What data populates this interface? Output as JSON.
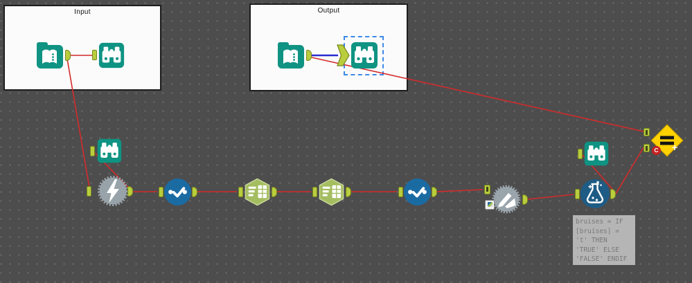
{
  "app": {
    "description": "workflow-canvas"
  },
  "containers": [
    {
      "label": "Input"
    },
    {
      "label": "Output"
    }
  ],
  "icons": {
    "input_data": "open-book-icon",
    "browse": "binoculars-icon",
    "macro_lightning": "lightning-gear-icon",
    "auto_field": "dot-check-icon",
    "select": "filter-table-icon",
    "macro_pencil": "pencil-gear-icon",
    "formula": "flask-icon",
    "test": "equals-diamond-icon"
  },
  "colors": {
    "canvas_bg": "#4d4d4d",
    "tool_teal": "#0f9383",
    "anchor_green": "#b9cd3e",
    "select_green": "#a4bd60",
    "autofield_blue": "#1b6ba3",
    "formula_blue": "#1e5c85",
    "macro_gray": "#98a2a9",
    "test_yellow": "#ffd100",
    "wire_red": "#d42b2b",
    "wire_blue": "#2b2bd4",
    "selection_blue": "#3c89e8"
  },
  "test_tool": {
    "plus": "+",
    "badge": "C"
  },
  "annotation": {
    "lines": [
      "bruises = IF",
      "[bruises] =",
      "'t' THEN",
      "'TRUE' ELSE",
      "'FALSE' ENDIF"
    ]
  }
}
